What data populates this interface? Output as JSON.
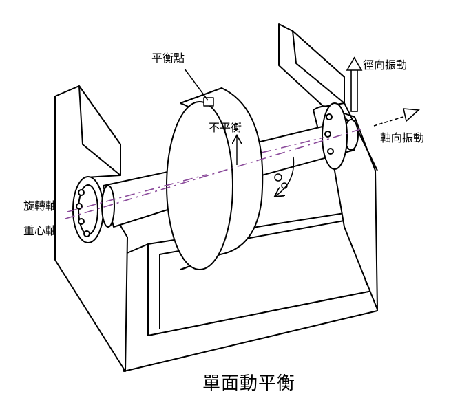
{
  "labels": {
    "balance_point": "平衡點",
    "unbalance": "不平衡",
    "radial_vibration": "徑向振動",
    "axial_vibration": "軸向振動",
    "rotation_axis": "旋轉軸",
    "center_axis": "重心軸"
  },
  "caption": "單面動平衡",
  "colors": {
    "line": "#000000",
    "axis_line": "#8a4a9a",
    "background": "#ffffff"
  }
}
